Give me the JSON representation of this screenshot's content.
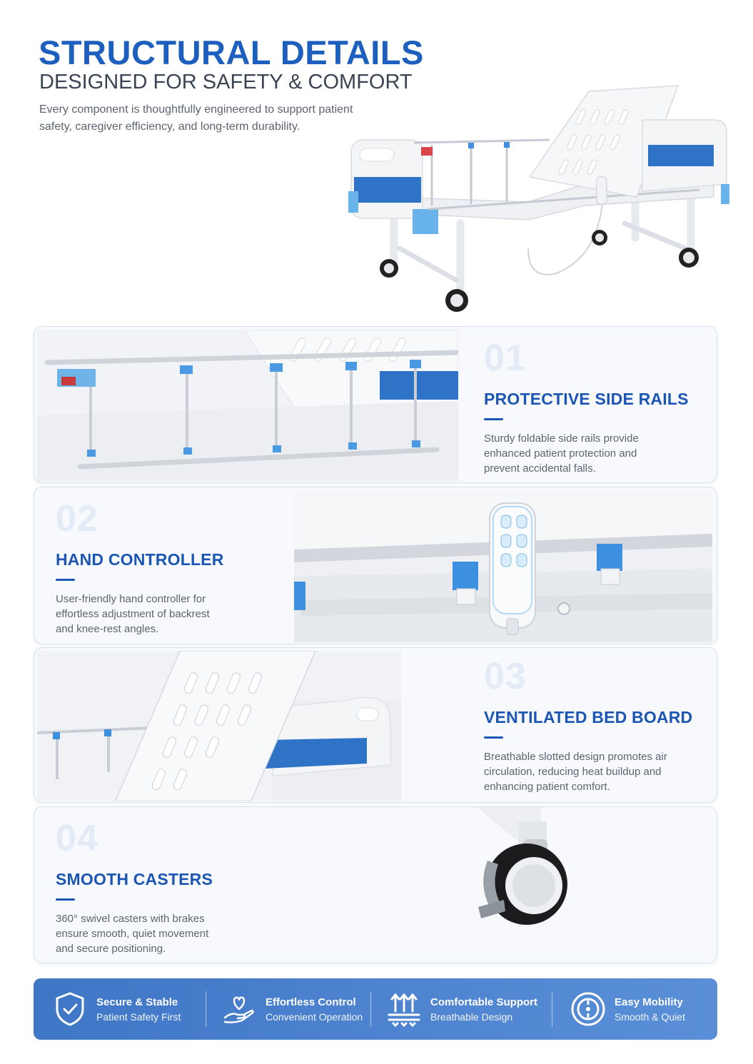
{
  "header": {
    "title": "STRUCTURAL DETAILS",
    "subtitle": "DESIGNED FOR SAFETY & COMFORT",
    "description": "Every component is thoughtfully engineered to support patient safety, caregiver efficiency, and long-term durability."
  },
  "features": [
    {
      "number": "01",
      "title": "PROTECTIVE SIDE RAILS",
      "description": "Sturdy foldable side rails provide enhanced patient protection and prevent accidental falls."
    },
    {
      "number": "02",
      "title": "HAND CONTROLLER",
      "description": "User-friendly hand controller for effortless adjustment of backrest and knee-rest angles."
    },
    {
      "number": "03",
      "title": "VENTILATED BED BOARD",
      "description": "Breathable slotted design promotes air circulation, reducing heat buildup and enhancing patient comfort."
    },
    {
      "number": "04",
      "title": "SMOOTH CASTERS",
      "description": "360° swivel casters with brakes ensure smooth, quiet movement and secure positioning."
    }
  ],
  "banner": [
    {
      "title": "Secure & Stable",
      "subtitle": "Patient Safety First",
      "icon": "shield-check-icon"
    },
    {
      "title": "Effortless Control",
      "subtitle": "Convenient Operation",
      "icon": "heart-hand-icon"
    },
    {
      "title": "Comfortable Support",
      "subtitle": "Breathable Design",
      "icon": "support-arrows-icon"
    },
    {
      "title": "Easy Mobility",
      "subtitle": "Smooth & Quiet",
      "icon": "wheel-icon"
    }
  ],
  "colors": {
    "brand_blue": "#1d5fbf",
    "banner_blue": "#4a82cf",
    "accent_light_blue": "#4aa3e6"
  }
}
